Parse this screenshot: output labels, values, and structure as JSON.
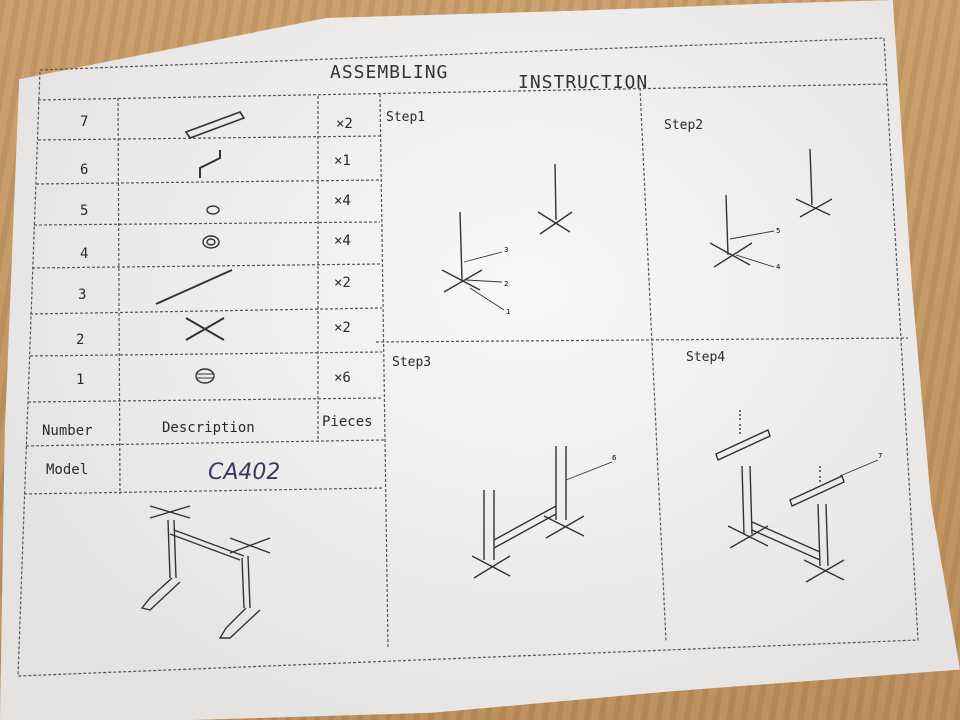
{
  "document": {
    "title_left": "ASSEMBLING",
    "title_right": "INSTRUCTION",
    "parts": [
      {
        "number": "7",
        "pieces": "×2",
        "icon": "end-bracket-icon"
      },
      {
        "number": "6",
        "pieces": "×1",
        "icon": "crossbar-bracket-icon"
      },
      {
        "number": "5",
        "pieces": "×4",
        "icon": "washer-icon"
      },
      {
        "number": "4",
        "pieces": "×4",
        "icon": "ring-icon"
      },
      {
        "number": "3",
        "pieces": "×2",
        "icon": "pole-icon"
      },
      {
        "number": "2",
        "pieces": "×2",
        "icon": "cross-base-icon"
      },
      {
        "number": "1",
        "pieces": "×6",
        "icon": "nut-icon"
      }
    ],
    "headers": {
      "number": "Number",
      "description": "Description",
      "pieces": "Pieces"
    },
    "model_label": "Model",
    "model_value": "CA402",
    "steps": [
      "Step1",
      "Step2",
      "Step3",
      "Step4"
    ],
    "callouts": {
      "step1": [
        "3",
        "2",
        "1"
      ],
      "step2": [
        "5",
        "4"
      ],
      "step3": [
        "6"
      ],
      "step4": [
        "7"
      ]
    }
  }
}
